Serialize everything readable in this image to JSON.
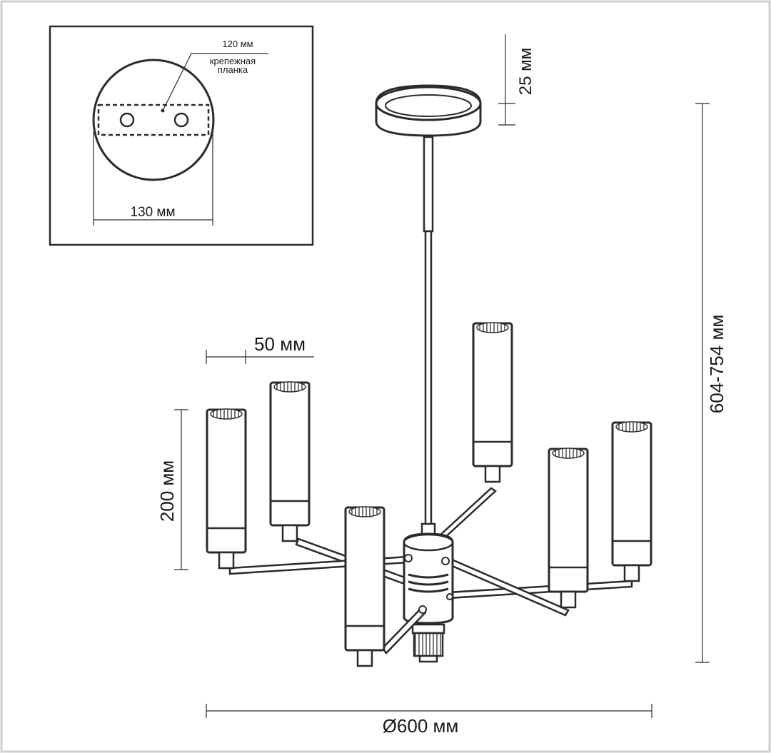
{
  "inset": {
    "mount_width": "120 мм",
    "mount_label_line1": "крепежная",
    "mount_label_line2": "планка",
    "canopy_diameter": "130 мм"
  },
  "dimensions": {
    "canopy_height": "25 мм",
    "total_height": "604-754 мм",
    "shade_diameter": "50 мм",
    "shade_height": "200 мм",
    "overall_diameter": "Ø600 мм"
  }
}
